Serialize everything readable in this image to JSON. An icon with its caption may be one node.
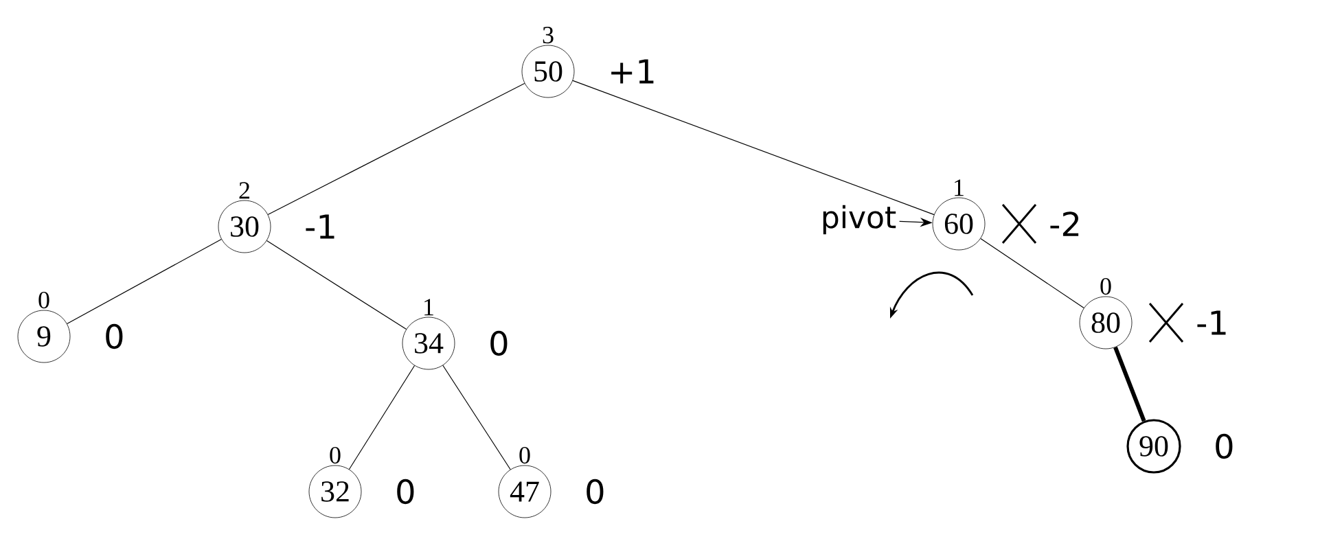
{
  "diagram": {
    "nodes": [
      {
        "text": [
          "3",
          "50"
        ],
        "beside": [
          "+1"
        ]
      },
      {
        "text": [
          "2",
          "30"
        ],
        "beside": [
          "-1"
        ]
      },
      {
        "text": [
          "0",
          "9"
        ],
        "beside": [
          "0"
        ]
      },
      {
        "text": [
          "1",
          "34"
        ],
        "beside": [
          "0"
        ]
      },
      {
        "text": [
          "0",
          "32"
        ],
        "beside": [
          "0"
        ]
      },
      {
        "text": [
          "0",
          "47"
        ],
        "beside": [
          "0"
        ]
      },
      {
        "text": [
          "1",
          "60"
        ],
        "beside": [
          "-2"
        ]
      },
      {
        "text": [
          "0",
          "80"
        ],
        "beside": [
          "-1"
        ]
      },
      {
        "text": [
          "90"
        ],
        "beside": [
          "0"
        ]
      },
      {
        "text": [
          "pivot"
        ]
      }
    ],
    "edges": [
      {
        "from": 0,
        "to": 1,
        "arrow": "none"
      },
      {
        "from": 1,
        "to": 2,
        "arrow": "none"
      },
      {
        "from": 1,
        "to": 3,
        "arrow": "none"
      },
      {
        "from": 3,
        "to": 4,
        "arrow": "none"
      },
      {
        "from": 3,
        "to": 5,
        "arrow": "none"
      },
      {
        "from": 0,
        "to": 6,
        "arrow": "none"
      },
      {
        "from": 6,
        "to": 7,
        "arrow": "none"
      },
      {
        "from": 7,
        "to": 8,
        "arrow": "none",
        "style": "thick"
      },
      {
        "from": 9,
        "to": 6,
        "arrow": "to"
      }
    ]
  }
}
